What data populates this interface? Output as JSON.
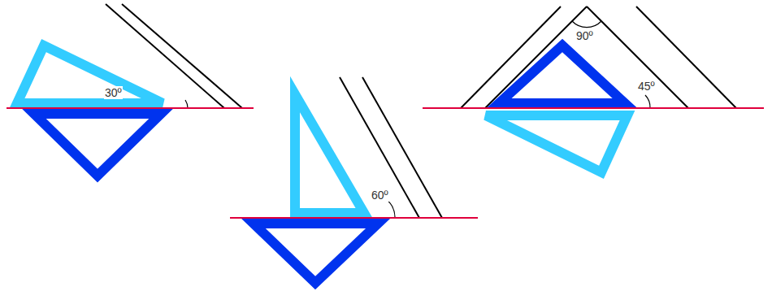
{
  "diagram": {
    "labels": [
      "30º",
      "60º",
      "90º",
      "45º"
    ]
  }
}
